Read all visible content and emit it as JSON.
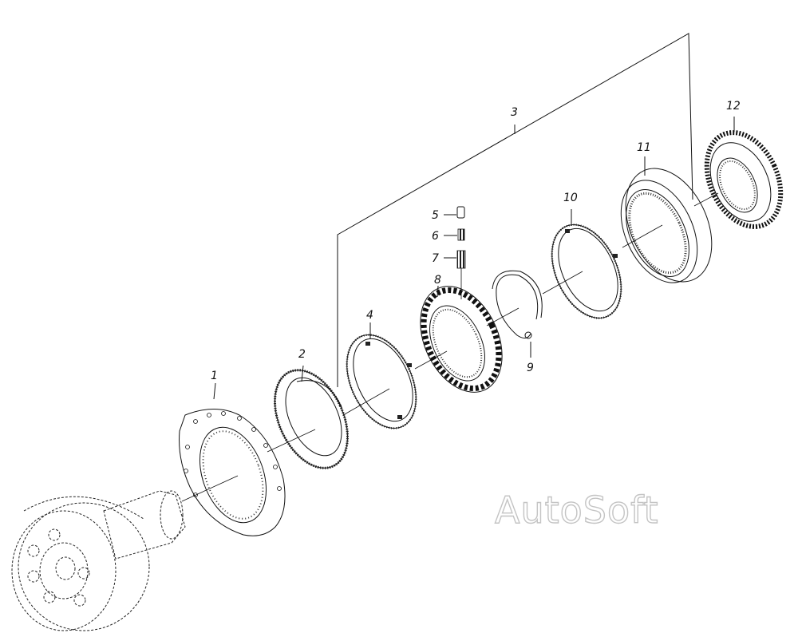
{
  "labels": {
    "p1": "1",
    "p2": "2",
    "p3": "3",
    "p4": "4",
    "p5": "5",
    "p6": "6",
    "p7": "7",
    "p8": "8",
    "p9": "9",
    "p10": "10",
    "p11": "11",
    "p12": "12"
  },
  "watermark": "AutoSoft"
}
